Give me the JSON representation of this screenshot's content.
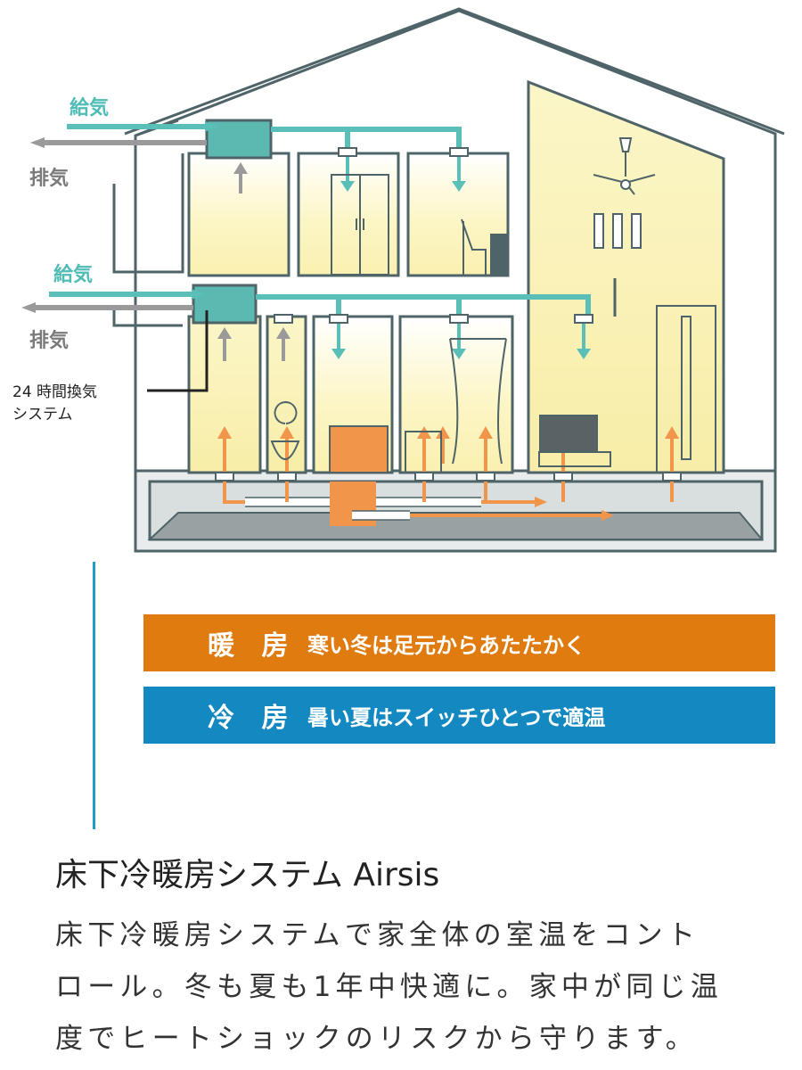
{
  "labels": {
    "supply_upper": "給気",
    "exhaust_upper": "排気",
    "supply_lower": "給気",
    "exhaust_lower": "排気",
    "ventilation_line1": "24 時間換気",
    "ventilation_line2": "システム"
  },
  "modes": {
    "heating": {
      "label": "暖 房",
      "desc": "寒い冬は足元からあたたかく",
      "color": "#e07b10"
    },
    "cooling": {
      "label": "冷 房",
      "desc": "暑い夏はスイッチひとつで適温",
      "color": "#1489c1"
    }
  },
  "product": {
    "title": "床下冷暖房システム Airsis",
    "body": [
      "床下冷暖房システムで家全体の室温をコント",
      "ロール。冬も夏も1年中快適に。家中が同じ温",
      "度でヒートショックのリスクから守ります。"
    ]
  },
  "colors": {
    "supply_air": "#4fbcb6",
    "exhaust_air": "#9a9a9a",
    "warm_air": "#f0954a",
    "wall": "#4f6468",
    "room_glow": "#fcf7c8"
  }
}
